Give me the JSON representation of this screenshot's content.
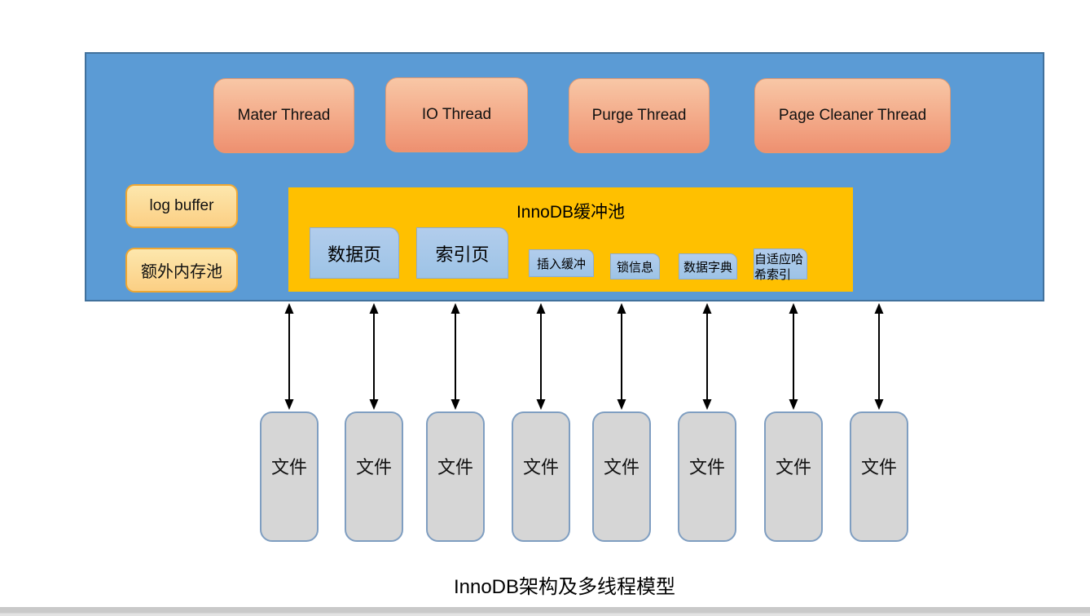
{
  "diagram": {
    "caption": "InnoDB架构及多线程模型",
    "engine_panel": {
      "threads": [
        {
          "label": "Mater Thread"
        },
        {
          "label": "IO Thread"
        },
        {
          "label": "Purge Thread"
        },
        {
          "label": "Page Cleaner Thread"
        }
      ],
      "memory_boxes": [
        {
          "label": "log buffer"
        },
        {
          "label": "额外内存池"
        }
      ],
      "buffer_pool": {
        "title": "InnoDB缓冲池",
        "components": [
          {
            "label": "数据页",
            "size": "large"
          },
          {
            "label": "索引页",
            "size": "large"
          },
          {
            "label": "插入缓冲",
            "size": "small"
          },
          {
            "label": "锁信息",
            "size": "small"
          },
          {
            "label": "数据字典",
            "size": "small"
          },
          {
            "label": "自适应哈希索引",
            "size": "small"
          }
        ]
      }
    },
    "files": [
      {
        "label": "文件"
      },
      {
        "label": "文件"
      },
      {
        "label": "文件"
      },
      {
        "label": "文件"
      },
      {
        "label": "文件"
      },
      {
        "label": "文件"
      },
      {
        "label": "文件"
      },
      {
        "label": "文件"
      }
    ],
    "connectors": {
      "count": 8,
      "style": "double-headed-vertical"
    },
    "colors": {
      "panel_blue": "#5b9bd5",
      "panel_border": "#41719c",
      "pool_gold": "#ffc000",
      "thread_salmon_top": "#f8c7a6",
      "thread_salmon_bottom": "#ee9070",
      "memory_yellow": "#fbcf84",
      "memory_border": "#f0a731",
      "component_blue": "#9dc3e6",
      "file_gray": "#d6d6d6",
      "file_border": "#7f9ec1",
      "arrow_black": "#000000",
      "scrollbar_gray": "#c9c9c9"
    }
  }
}
